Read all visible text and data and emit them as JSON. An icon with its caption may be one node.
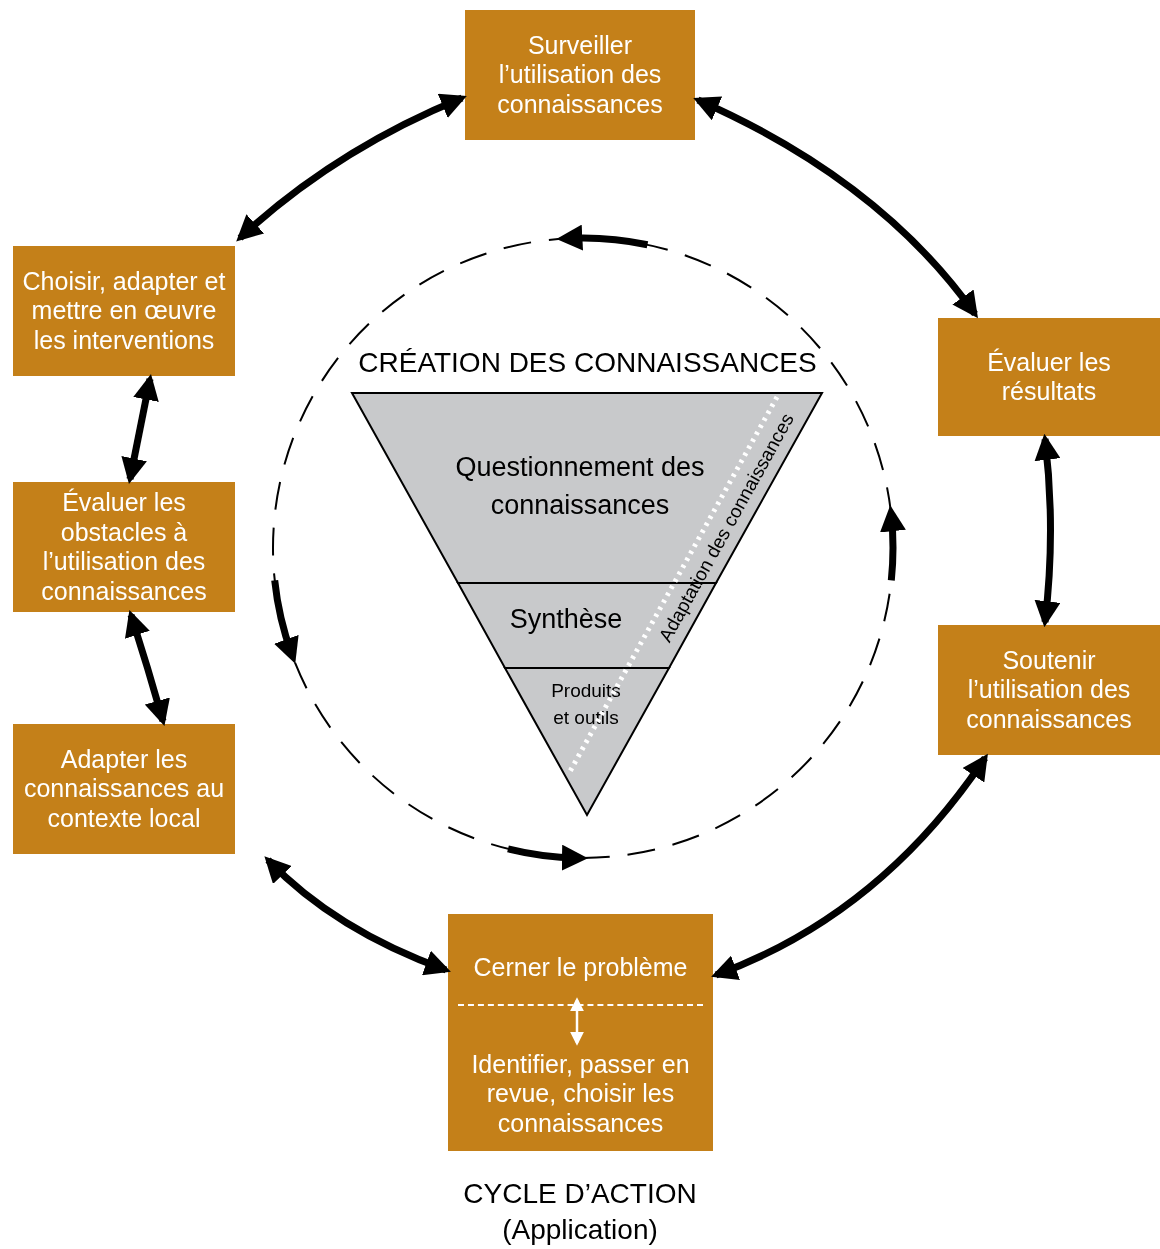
{
  "diagram": {
    "nodes": [
      {
        "text": [
          "Surveiller l’utilisation des connaissances"
        ]
      },
      {
        "text": [
          "Évaluer les résultats"
        ]
      },
      {
        "text": [
          "Soutenir l’utilisation des connaissances"
        ]
      },
      {
        "text": [],
        "shape": "box"
      },
      {
        "text": [
          "Cerner le problème"
        ],
        "in": 3
      },
      {
        "text": [
          "Identifier, passer en revue, choisir les connaissances"
        ],
        "in": 3
      },
      {
        "text": [
          "Adapter les connaissances au contexte local"
        ]
      },
      {
        "text": [
          "Évaluer les obstacles à l’utilisation des connaissances"
        ]
      },
      {
        "text": [
          "Choisir, adapter et mettre en œuvre les interventions"
        ]
      },
      {
        "text": [
          "CRÉATION DES CONNAISSANCES"
        ]
      },
      {
        "text": [
          "Questionnement des connaissances"
        ],
        "in": 9
      },
      {
        "text": [
          "Synthèse"
        ],
        "in": 9
      },
      {
        "text": [
          "Produits et outils"
        ],
        "in": 9
      }
    ],
    "edges": [
      {
        "from": 3,
        "to": 6,
        "arrow": "both"
      },
      {
        "from": 6,
        "to": 7,
        "arrow": "both"
      },
      {
        "from": 7,
        "to": 8,
        "arrow": "both"
      },
      {
        "from": 8,
        "to": 0,
        "arrow": "both"
      },
      {
        "from": 0,
        "to": 1,
        "arrow": "both"
      },
      {
        "from": 1,
        "to": 2,
        "arrow": "both"
      },
      {
        "from": 2,
        "to": 3,
        "arrow": "both"
      },
      {
        "from": 4,
        "to": 5,
        "arrow": "both",
        "color": "#ffffff"
      }
    ],
    "labels": [
      "Adaptation des connaissances",
      "CYCLE D’ACTION (Application)"
    ]
  }
}
